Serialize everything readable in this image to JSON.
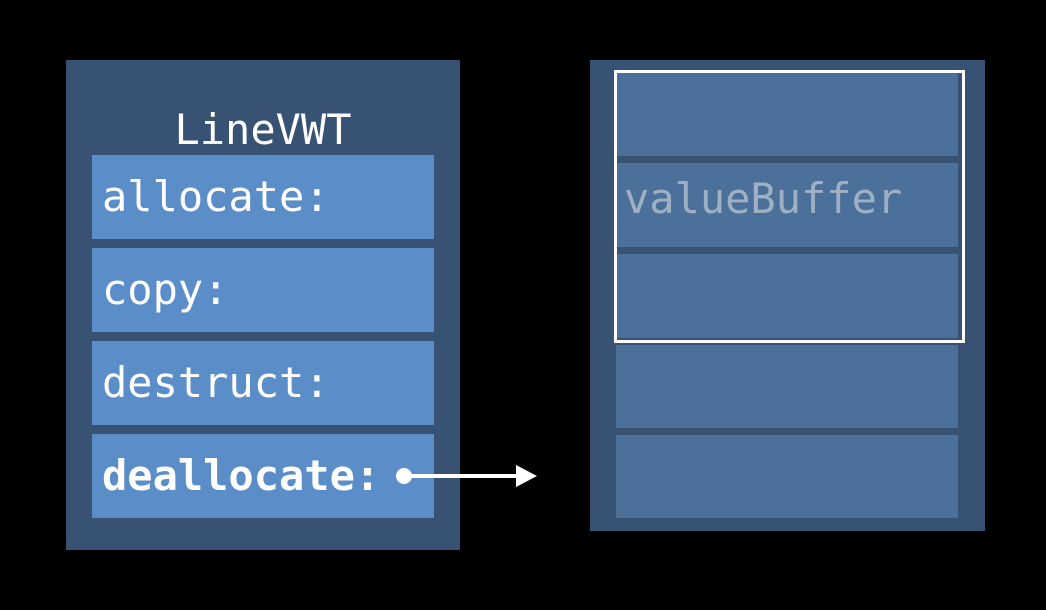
{
  "vwt": {
    "title": "LineVWT",
    "entries": [
      {
        "label": "allocate:"
      },
      {
        "label": "copy:"
      },
      {
        "label": "destruct:"
      },
      {
        "label": "deallocate:"
      }
    ]
  },
  "container": {
    "value_buffer_label": "valueBuffer"
  },
  "colors": {
    "background": "#000000",
    "panel": "#375273",
    "entry": "#5b8ec9",
    "slot": "#4b7099",
    "text": "#ffffff",
    "muted_text": "#9fb0c4"
  }
}
